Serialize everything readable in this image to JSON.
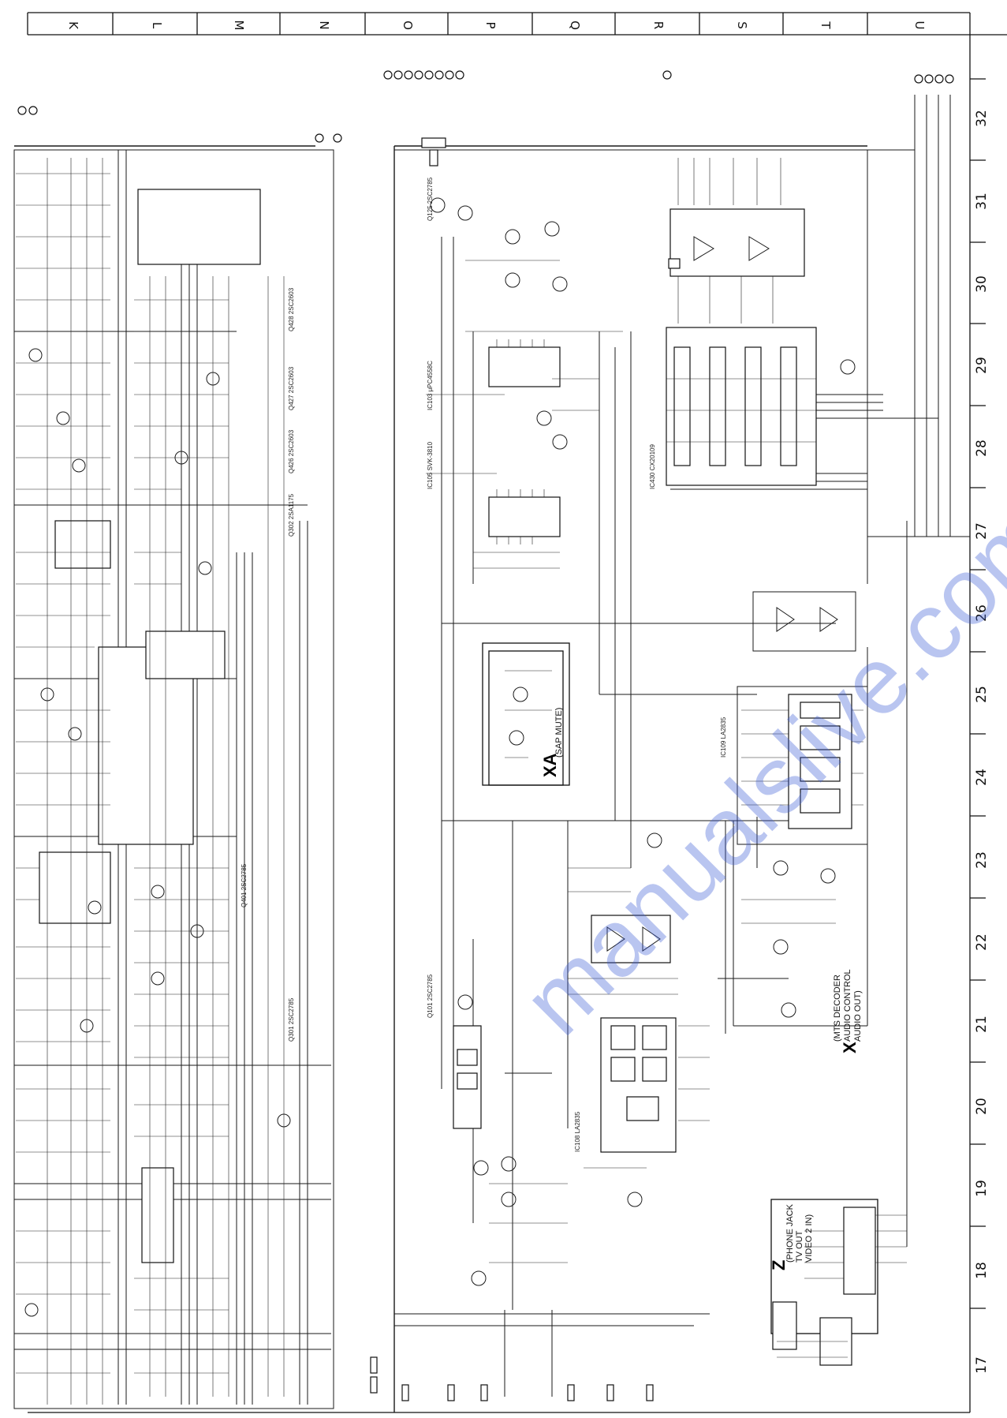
{
  "columns": [
    "K",
    "L",
    "M",
    "N",
    "O",
    "P",
    "Q",
    "R",
    "S",
    "T",
    "U"
  ],
  "rows": [
    "32",
    "31",
    "30",
    "29",
    "28",
    "27",
    "26",
    "25",
    "24",
    "23",
    "22",
    "21",
    "20",
    "19",
    "18",
    "17"
  ],
  "blocks": {
    "x_main": {
      "letter": "X",
      "title": "(MTS DECODER",
      "line2": "AUDIO CONTROL",
      "line3": "AUDIO OUT)"
    },
    "xa": {
      "letter": "XA",
      "title": "(SAP MUTE)"
    },
    "z": {
      "letter": "Z",
      "title": "(PHONE JACK",
      "line2": "TV OUT",
      "line3": "VIDEO 2 IN)"
    }
  },
  "components": {
    "ic1": "IC108 LA2835",
    "ic2": "IC103 μPC4558C",
    "ic3": "IC105 SVK-3810",
    "ic4": "IC430 CX20109",
    "ic5": "IC109 LA2835",
    "t1": "Q125 2SC2785",
    "t2": "Q401 2SC2785",
    "t3": "Q428 2SC2603",
    "t4": "Q427 2SC2603",
    "t5": "Q426 2SC2603",
    "t6": "Q302 2SA1175",
    "t7": "Q301 2SC2785",
    "t8": "Q101 2SC2785"
  },
  "watermark": "manualslive.com"
}
